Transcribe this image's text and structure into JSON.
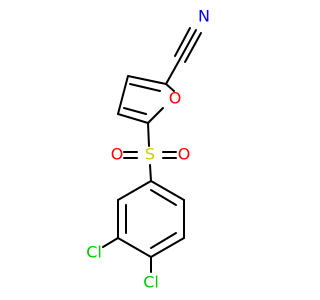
{
  "molecule": {
    "atoms": {
      "nitrile_N": "N",
      "furan_O": "O",
      "sulfonyl_S": "S",
      "sulfonyl_O_left": "O",
      "sulfonyl_O_right": "O",
      "chloro_3": "Cl",
      "chloro_4": "Cl"
    },
    "colors": {
      "bond": "#000000",
      "N": "#0000FF",
      "O": "#FF0000",
      "S": "#CCCC00",
      "Cl": "#00CC00"
    }
  }
}
